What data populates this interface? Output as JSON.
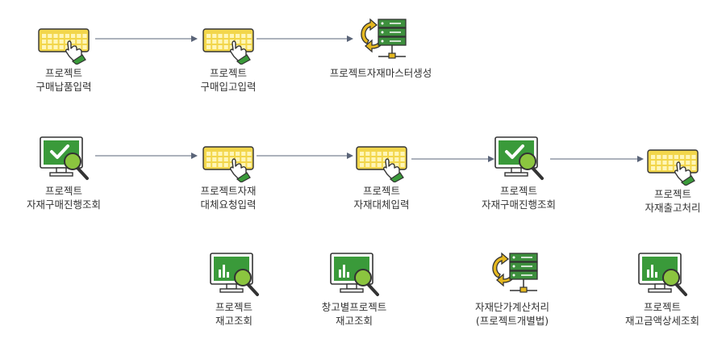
{
  "nodes": [
    {
      "id": "purchase-delivery-entry",
      "icon": "keyboard-hand-icon",
      "lines": [
        "프로젝트",
        "구매납품입력"
      ]
    },
    {
      "id": "purchase-receipt-entry",
      "icon": "keyboard-hand-icon",
      "lines": [
        "프로젝트",
        "구매입고입력"
      ]
    },
    {
      "id": "material-master-creation",
      "icon": "server-sync-icon",
      "lines": [
        "프로젝트자재마스터생성"
      ]
    },
    {
      "id": "material-purchase-progress-1",
      "icon": "monitor-check-search-icon",
      "lines": [
        "프로젝트",
        "자재구매진행조회"
      ]
    },
    {
      "id": "substitute-request-entry",
      "icon": "keyboard-hand-icon",
      "lines": [
        "프로젝트자재",
        "대체요청입력"
      ]
    },
    {
      "id": "material-substitute-entry",
      "icon": "keyboard-hand-icon",
      "lines": [
        "프로젝트",
        "자재대체입력"
      ]
    },
    {
      "id": "material-purchase-progress-2",
      "icon": "monitor-check-search-icon",
      "lines": [
        "프로젝트",
        "자재구매진행조회"
      ]
    },
    {
      "id": "material-issue-processing",
      "icon": "keyboard-hand-icon",
      "lines": [
        "프로젝트",
        "자재출고처리"
      ]
    },
    {
      "id": "inventory-inquiry",
      "icon": "monitor-chart-search-icon",
      "lines": [
        "프로젝트",
        "재고조회"
      ]
    },
    {
      "id": "warehouse-inventory-inquiry",
      "icon": "monitor-chart-search-icon",
      "lines": [
        "창고별프로젝트",
        "재고조회"
      ]
    },
    {
      "id": "unit-cost-calculation",
      "icon": "server-sync-icon",
      "lines": [
        "자재단가계산처리",
        "(프로젝트개별법)"
      ]
    },
    {
      "id": "inventory-amount-detail",
      "icon": "monitor-chart-search-icon",
      "lines": [
        "프로젝트",
        "재고금액상세조회"
      ]
    }
  ],
  "colors": {
    "keyboard": "#f2d64b",
    "keyboard_key": "#fff6b8",
    "green": "#3a9a3a",
    "green_light": "#8bc53f",
    "outline": "#333333",
    "server": "#3d8f3d",
    "sync": "#e5b820",
    "arrow": "#5a6478"
  }
}
